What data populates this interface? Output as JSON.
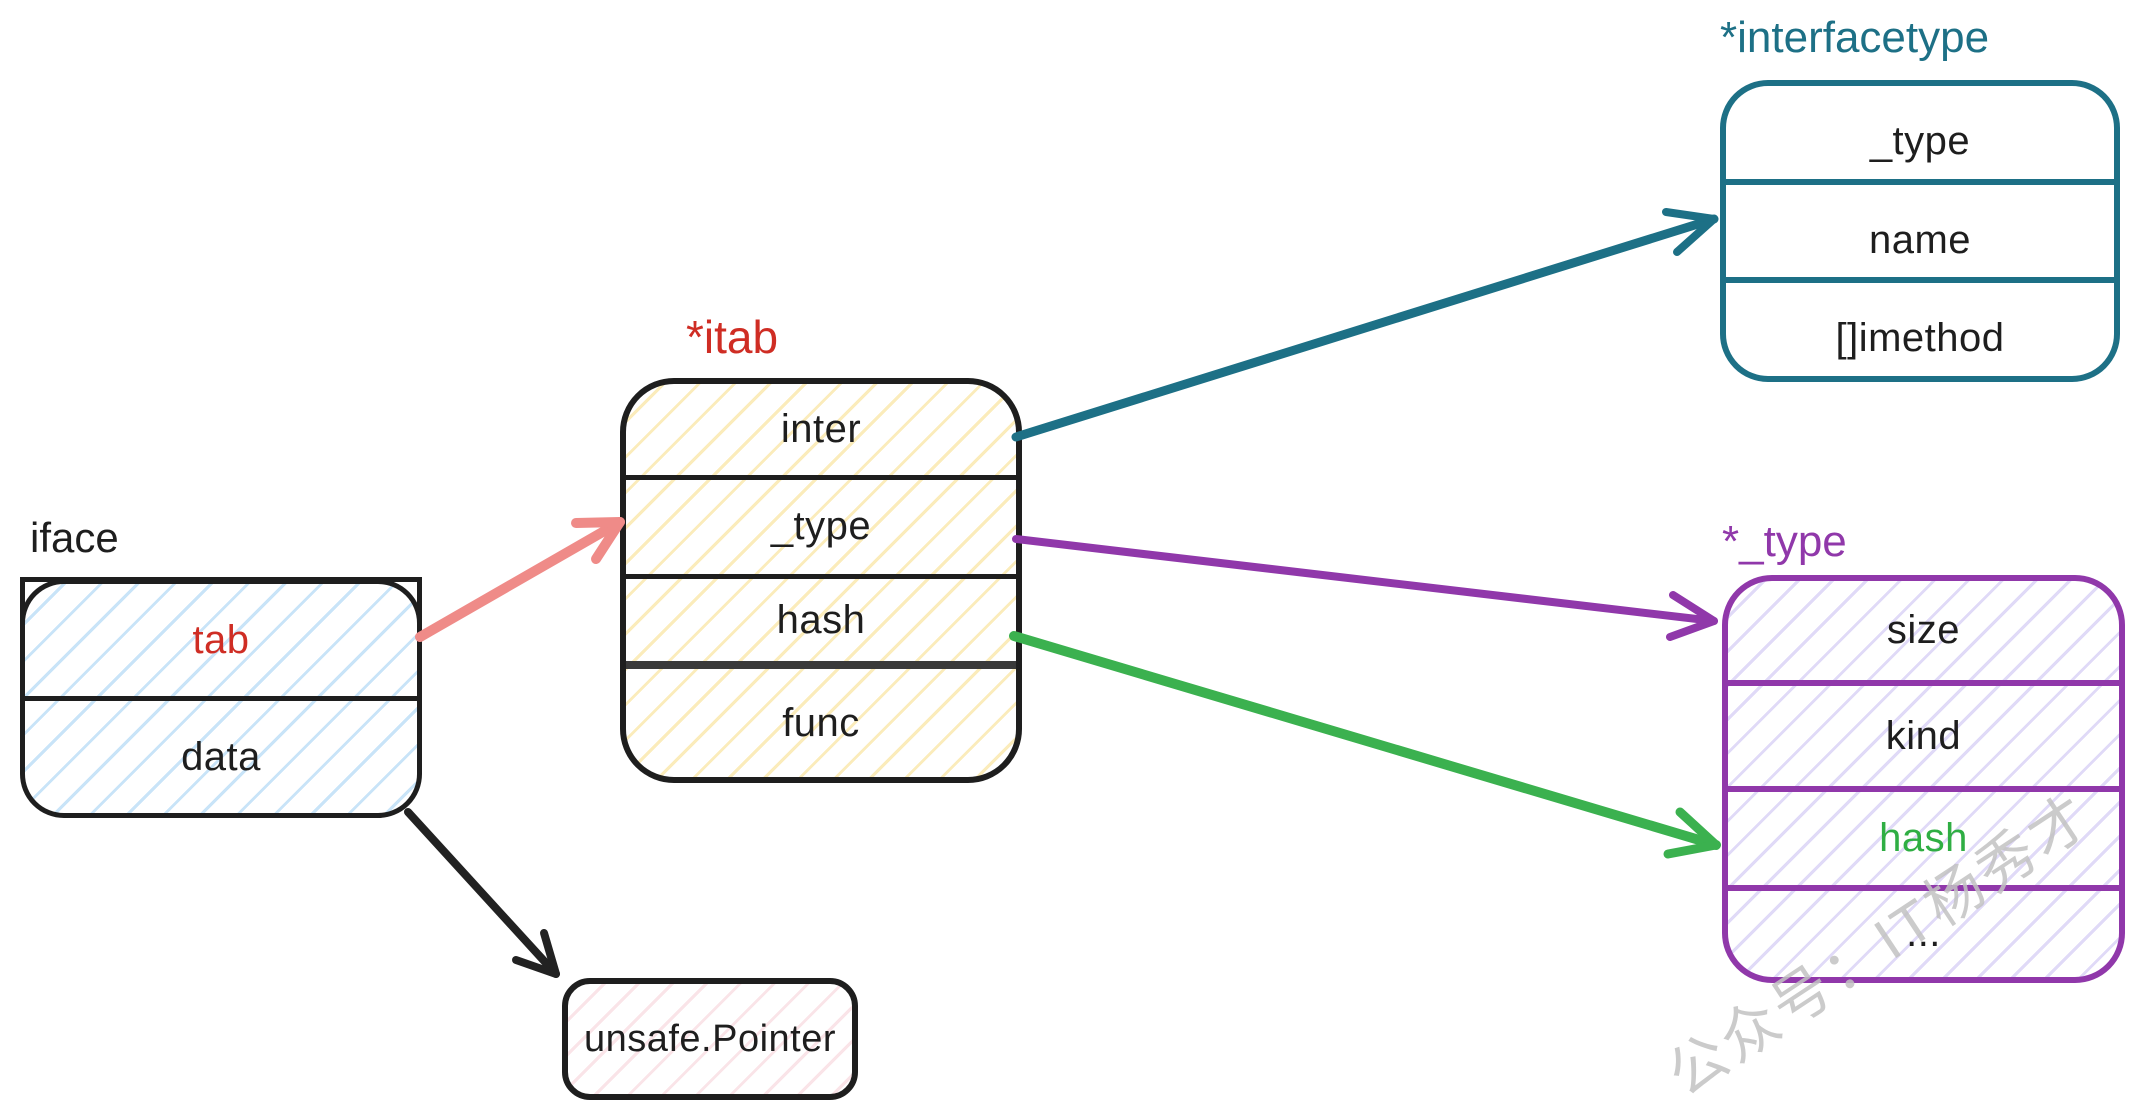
{
  "iface": {
    "title": "iface",
    "rows": [
      {
        "label": "tab"
      },
      {
        "label": "data"
      }
    ]
  },
  "itab": {
    "title": "*itab",
    "rows": [
      {
        "label": "inter"
      },
      {
        "label": "_type"
      },
      {
        "label": "hash"
      },
      {
        "label": "func"
      }
    ]
  },
  "interfacetype": {
    "title": "*interfacetype",
    "rows": [
      {
        "label": "_type"
      },
      {
        "label": "name"
      },
      {
        "label": "[]imethod"
      }
    ]
  },
  "type_struct": {
    "title": "*_type",
    "rows": [
      {
        "label": "size"
      },
      {
        "label": "kind"
      },
      {
        "label": "hash"
      },
      {
        "label": "..."
      }
    ]
  },
  "unsafe_pointer": {
    "label": "unsafe.Pointer"
  },
  "watermark": {
    "text": "公众号：IT杨秀才"
  },
  "colors": {
    "red_accent": "#cf2d24",
    "teal_accent": "#1d7086",
    "purple_accent": "#9038aa",
    "green_accent": "#2fae43",
    "salmon_arrow": "#ef8b88",
    "black_ink": "#1e1e1e",
    "blue_hatch": "#9ccdf2",
    "yellow_hatch": "#f7d978",
    "lavender_hatch": "#baacee",
    "pink_hatch": "#f3c4cd",
    "watermark_gray": "#c2c2c2"
  },
  "arrows": [
    {
      "name": "tab-to-itab",
      "from": "iface.tab",
      "to": "itab",
      "color": "#ef8b88"
    },
    {
      "name": "inter-to-interfacetype",
      "from": "itab.inter",
      "to": "interfacetype",
      "color": "#1d7086"
    },
    {
      "name": "type-to-type-struct",
      "from": "itab._type",
      "to": "*_type",
      "color": "#9038aa"
    },
    {
      "name": "hash-to-type-hash",
      "from": "itab.hash",
      "to": "*_type.hash",
      "color": "#2fae43"
    },
    {
      "name": "data-to-unsafe-pointer",
      "from": "iface.data",
      "to": "unsafe.Pointer",
      "color": "#1e1e1e"
    }
  ]
}
